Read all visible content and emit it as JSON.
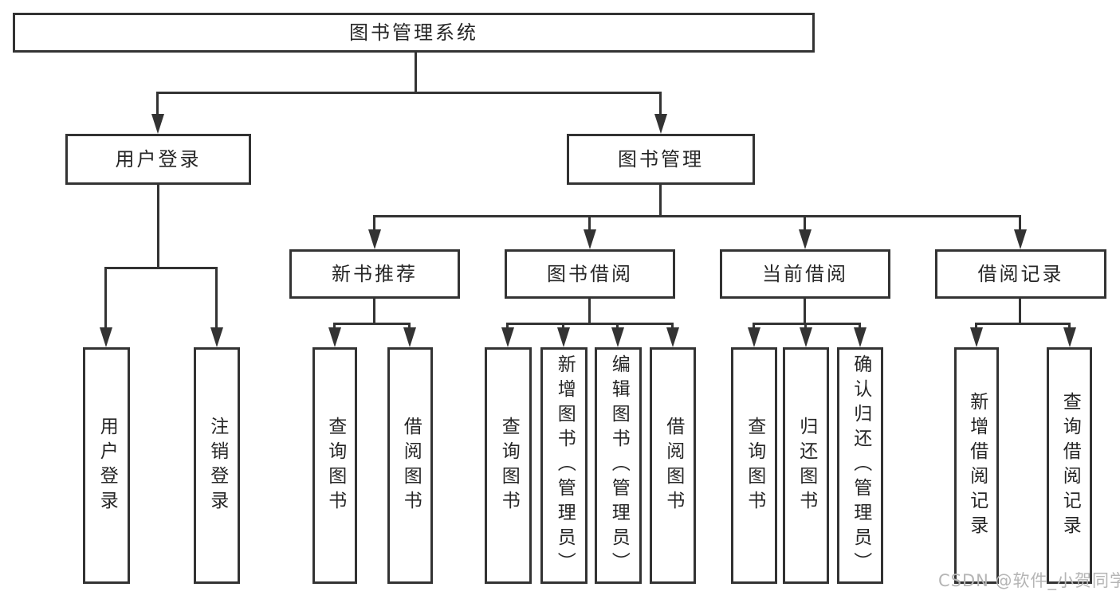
{
  "diagram": {
    "root": {
      "label": "图书管理系统"
    },
    "level2": [
      {
        "label": "用户登录"
      },
      {
        "label": "图书管理"
      }
    ],
    "level3": [
      {
        "label": "新书推荐"
      },
      {
        "label": "图书借阅"
      },
      {
        "label": "当前借阅"
      },
      {
        "label": "借阅记录"
      }
    ],
    "leaves": [
      {
        "label": "用户登录"
      },
      {
        "label": "注销登录"
      },
      {
        "label": "查询图书"
      },
      {
        "label": "借阅图书"
      },
      {
        "label": "查询图书"
      },
      {
        "label": "新增图书（管理员）"
      },
      {
        "label": "编辑图书（管理员）"
      },
      {
        "label": "借阅图书"
      },
      {
        "label": "查询图书"
      },
      {
        "label": "归还图书"
      },
      {
        "label": "确认归还（管理员）"
      },
      {
        "label": "新增借阅记录"
      },
      {
        "label": "查询借阅记录"
      }
    ]
  },
  "watermark": {
    "text": "CSDN @软件_小贺同学"
  },
  "colors": {
    "line": "#333333",
    "text": "#262626",
    "watermark": "#b5b5b5",
    "background": "#ffffff"
  }
}
